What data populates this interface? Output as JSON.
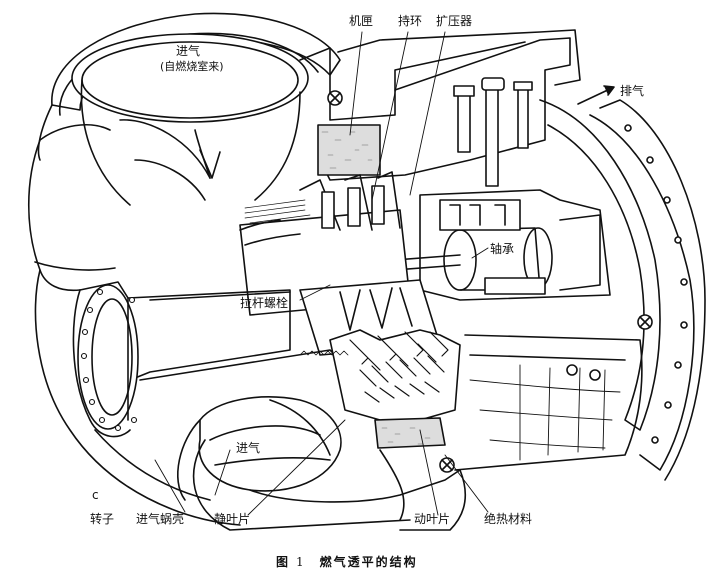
{
  "diagram": {
    "labels": {
      "intake_top": "进气",
      "intake_top_note": "(自燃烧室来)",
      "casing": "机匣",
      "retaining_ring": "持环",
      "diffuser": "扩压器",
      "exhaust": "排气",
      "bearing": "轴承",
      "tie_rod": "拉杆螺栓",
      "intake_bottom": "进气",
      "rotor": "转子",
      "rotor_marker": "c",
      "inlet_volute": "进气蜗壳",
      "stator_blade": "静叶片",
      "rotor_blade": "动叶片",
      "insulation": "绝热材料"
    },
    "caption": {
      "prefix": "图",
      "number": "1",
      "title": "燃气透平的结构"
    }
  }
}
